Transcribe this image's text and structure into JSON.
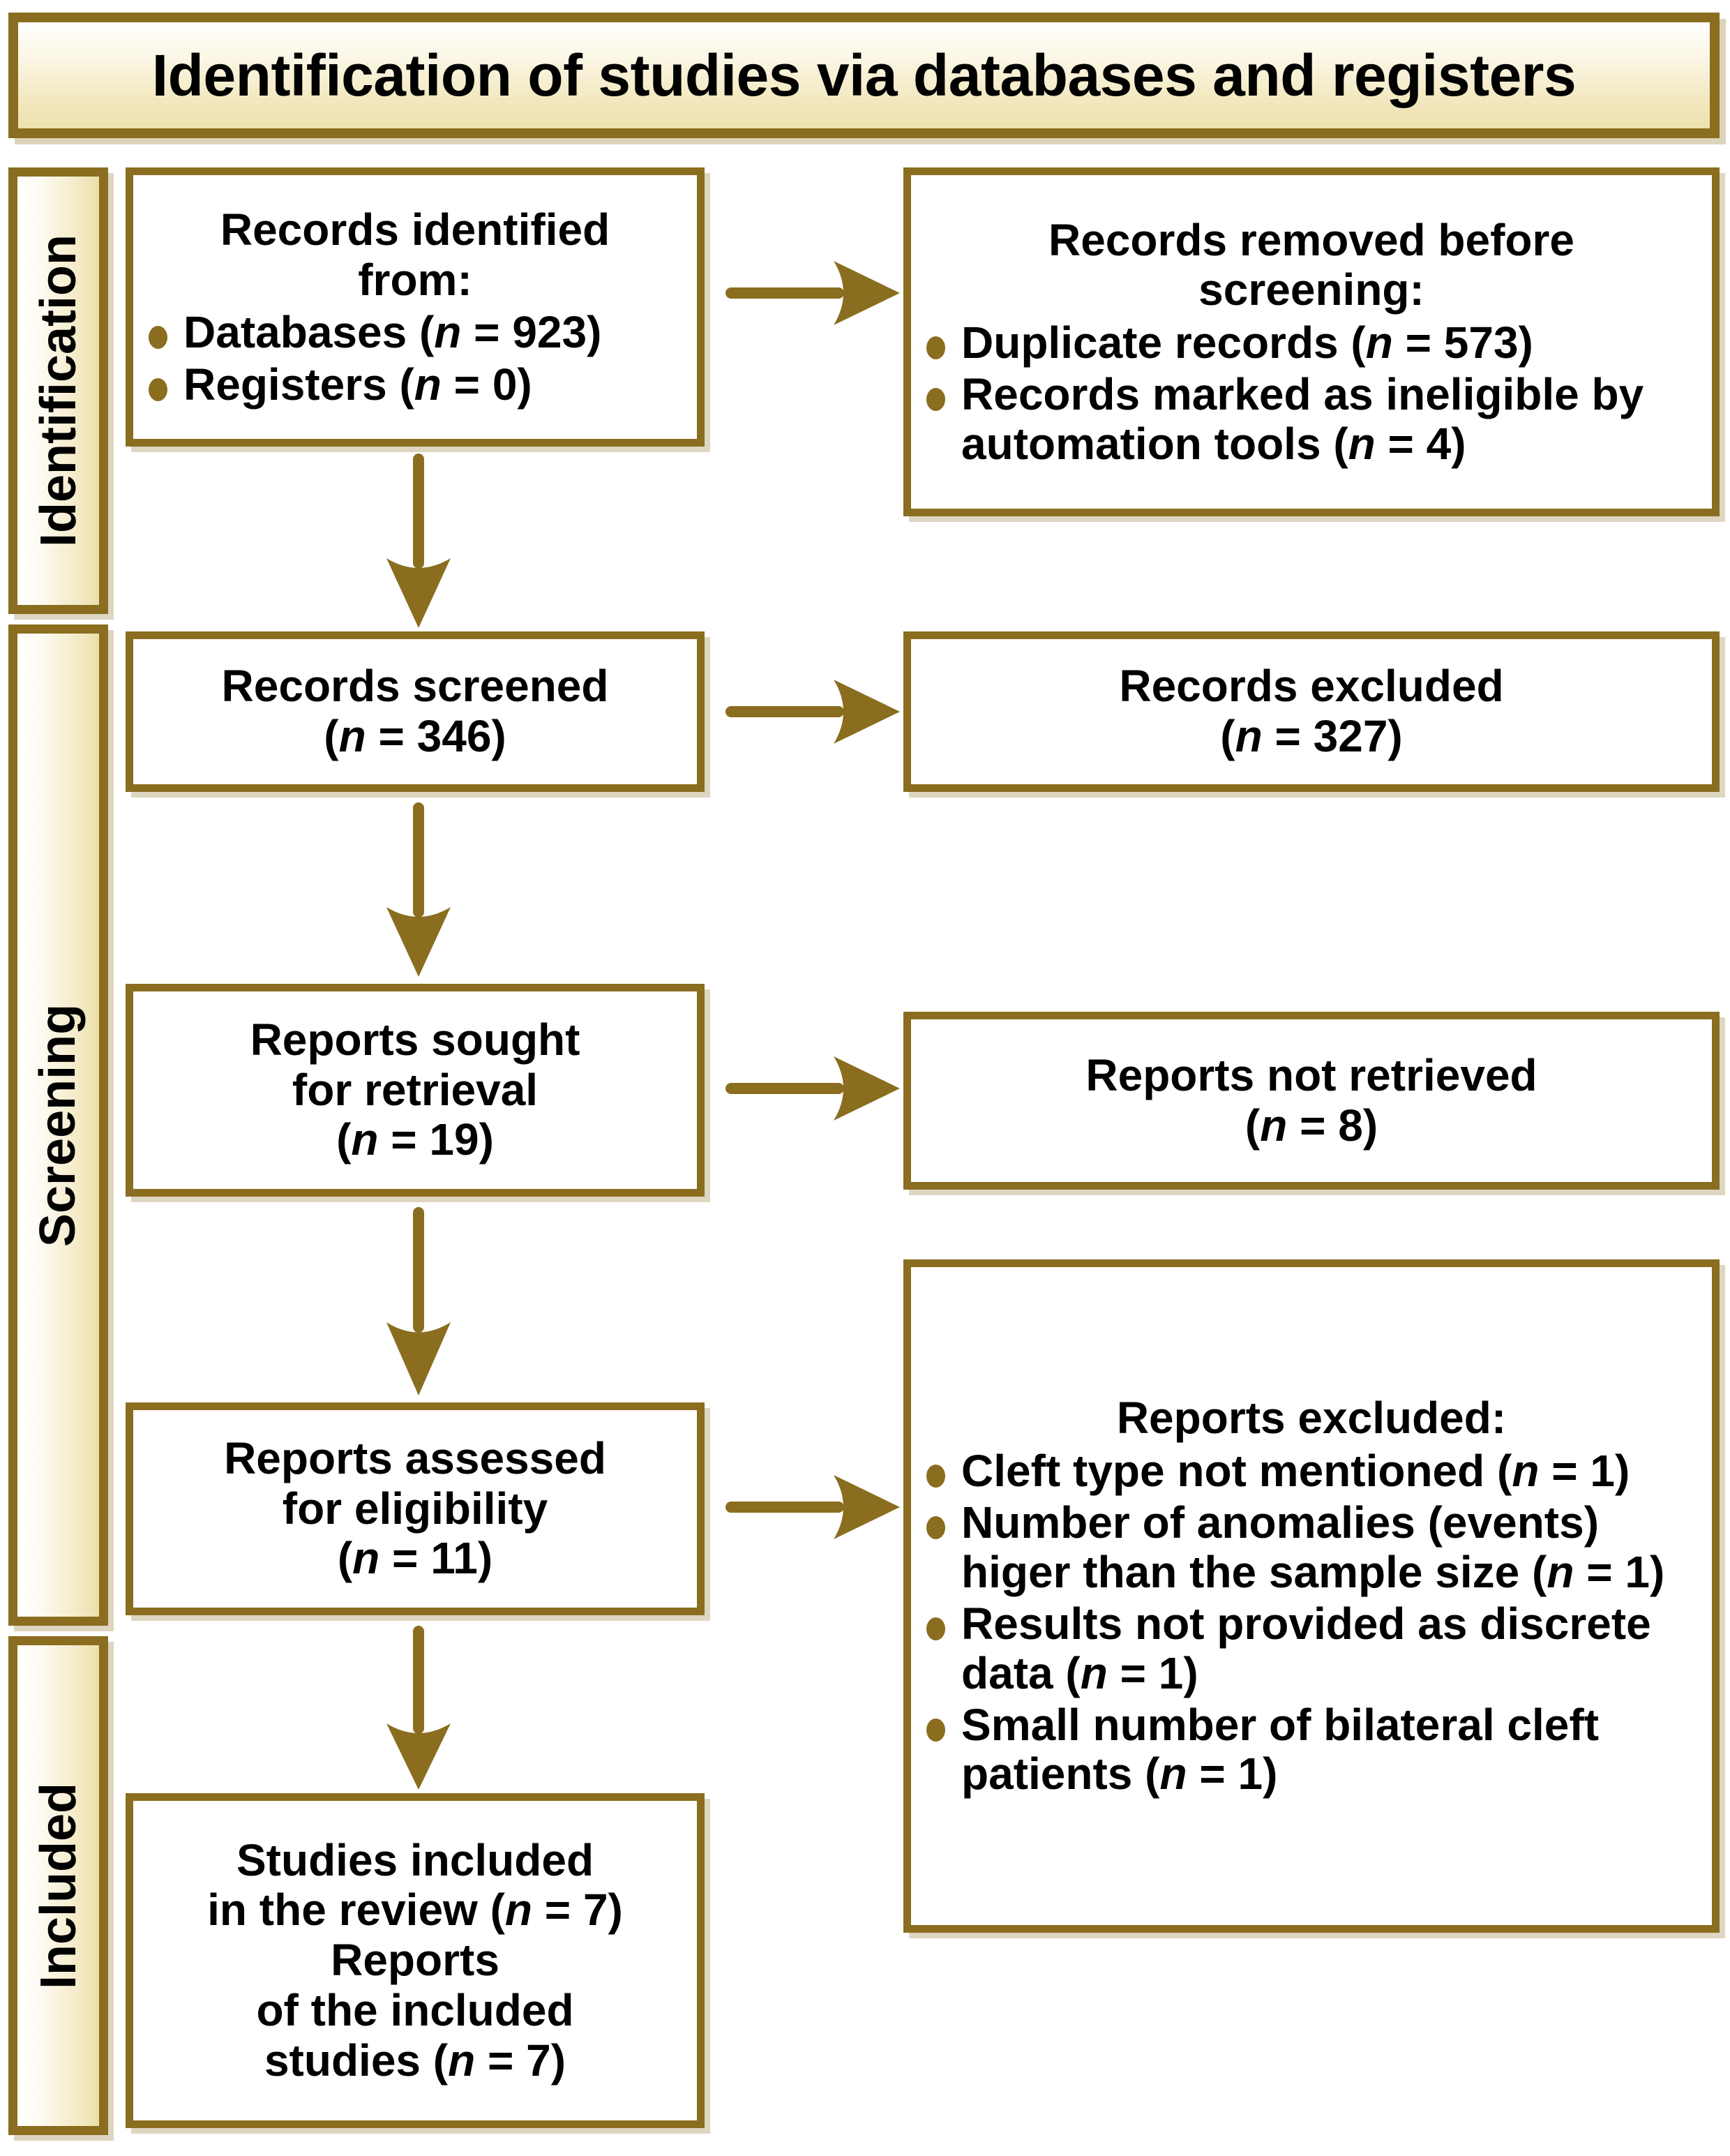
{
  "banner": {
    "title": "Identification of studies via databases and registers"
  },
  "stages": [
    {
      "key": "identification",
      "label": "Identification"
    },
    {
      "key": "screening",
      "label": "Screening"
    },
    {
      "key": "included",
      "label": "Included"
    }
  ],
  "colors": {
    "border": "#8A6D1F",
    "arrow": "#8A6D1F",
    "bullet": "#8A6D1F",
    "banner_gradient_top": "#FFFFFF",
    "banner_gradient_bottom": "#EEE1B0",
    "box_fill": "#FFFFFF",
    "text": "#000000"
  },
  "boxes": {
    "identified": {
      "title": "Records identified\nfrom:",
      "bullets": [
        {
          "text": "Databases (",
          "n_label": "n",
          "n_value": " = 923)"
        },
        {
          "text": "Registers (",
          "n_label": "n",
          "n_value": " = 0)"
        }
      ]
    },
    "removed": {
      "title": "Records removed before\nscreening:",
      "bullets": [
        {
          "text": "Duplicate records (",
          "n_label": "n",
          "n_value": " = 573)"
        },
        {
          "text": "Records marked as ineligible by automation tools (",
          "n_label": "n",
          "n_value": " = 4)"
        }
      ]
    },
    "screened": {
      "line1": "Records screened",
      "line2_pre": "(",
      "line2_n": "n",
      "line2_post": " = 346)"
    },
    "excluded_records": {
      "line1": "Records excluded",
      "line2_pre": "(",
      "line2_n": "n",
      "line2_post": " = 327)"
    },
    "sought": {
      "line1": "Reports sought\nfor retrieval",
      "line2_pre": "(",
      "line2_n": "n",
      "line2_post": " = 19)"
    },
    "not_retrieved": {
      "line1": "Reports not retrieved",
      "line2_pre": "(",
      "line2_n": "n",
      "line2_post": " = 8)"
    },
    "assessed": {
      "line1": "Reports assessed\nfor eligibility",
      "line2_pre": "(",
      "line2_n": "n",
      "line2_post": " = 11)"
    },
    "excluded_reports": {
      "title": "Reports excluded:",
      "bullets": [
        {
          "text": "Cleft type not mentioned (",
          "n_label": "n",
          "n_value": " = 1)"
        },
        {
          "text": "Number of anomalies (events) higer than the sample size (",
          "n_label": "n",
          "n_value": " = 1)"
        },
        {
          "text": "Results not provided as discrete data (",
          "n_label": "n",
          "n_value": " = 1)"
        },
        {
          "text": "Small number of bilateral cleft patients (",
          "n_label": "n",
          "n_value": " = 1)"
        }
      ]
    },
    "included": {
      "line1": "Studies included",
      "line2_pre": "in the review (",
      "line2_n": "n",
      "line2_post": " = 7)",
      "line3": "Reports",
      "line4": "of the included",
      "line5_pre": "studies (",
      "line5_n": "n",
      "line5_post": " = 7)"
    }
  },
  "arrows": {
    "vertical": [
      {
        "name": "identified-to-screened"
      },
      {
        "name": "screened-to-sought"
      },
      {
        "name": "sought-to-assessed"
      },
      {
        "name": "assessed-to-included"
      }
    ],
    "horizontal": [
      {
        "name": "identified-to-removed"
      },
      {
        "name": "screened-to-excluded"
      },
      {
        "name": "sought-to-notretrieved"
      },
      {
        "name": "assessed-to-excluded"
      }
    ]
  }
}
